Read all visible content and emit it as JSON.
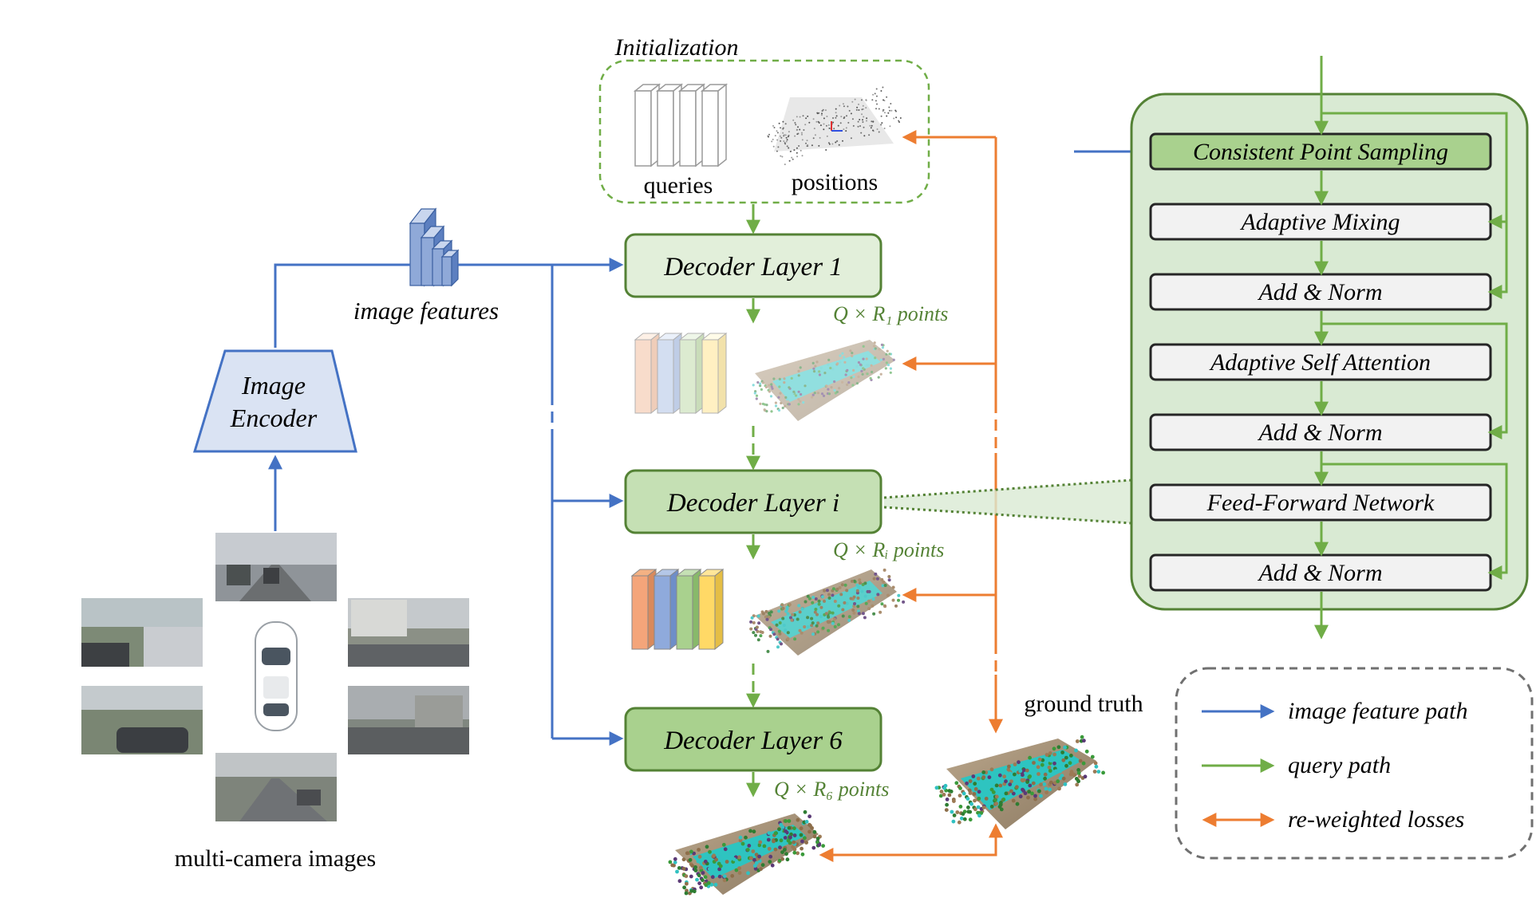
{
  "initialization": {
    "title": "Initialization",
    "queries_label": "queries",
    "positions_label": "positions"
  },
  "encoder": {
    "line1": "Image",
    "line2": "Encoder"
  },
  "image_features_label": "image features",
  "cameras_label": "multi-camera images",
  "decoder_layers": [
    {
      "label": "Decoder Layer 1",
      "points_label": "Q × R₁ points"
    },
    {
      "label": "Decoder Layer i",
      "points_label": "Q × Rᵢ points"
    },
    {
      "label": "Decoder Layer 6",
      "points_label": "Q × R₆ points"
    }
  ],
  "ground_truth_label": "ground truth",
  "layer_detail": [
    "Consistent Point Sampling",
    "Adaptive Mixing",
    "Add & Norm",
    "Adaptive Self Attention",
    "Add & Norm",
    "Feed-Forward Network",
    "Add & Norm"
  ],
  "legend": [
    {
      "label": "image feature path",
      "color": "#4472c4"
    },
    {
      "label": "query path",
      "color": "#70ad47"
    },
    {
      "label": "re-weighted losses",
      "color": "#ed7d31"
    }
  ],
  "colors": {
    "blue": "#4472c4",
    "green": "#70ad47",
    "orange": "#ed7d31",
    "decoder_fill": "#c5e0b4",
    "panel_fill": "#d9ead3",
    "encoder_fill": "#dae3f3"
  }
}
